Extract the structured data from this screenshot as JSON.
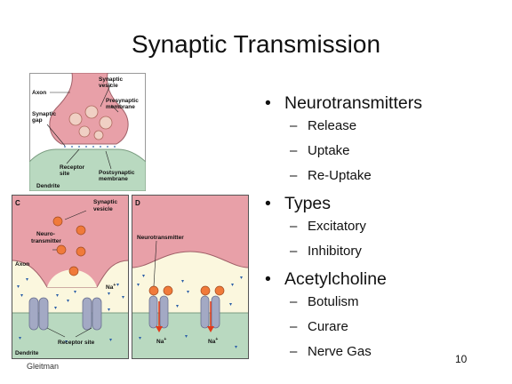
{
  "slide": {
    "title": "Synaptic Transmission",
    "credit": "Gleitman",
    "page_number": "10",
    "bullets": [
      {
        "label": "Neurotransmitters",
        "subs": [
          "Release",
          "Uptake",
          "Re-Uptake"
        ]
      },
      {
        "label": "Types",
        "subs": [
          "Excitatory",
          "Inhibitory"
        ]
      },
      {
        "label": "Acetylcholine",
        "subs": [
          "Botulism",
          "Curare",
          "Nerve Gas"
        ]
      }
    ]
  },
  "figures": {
    "top": {
      "axon": "Axon",
      "synaptic_vesicle_1": "Synaptic",
      "synaptic_vesicle_2": "vesicle",
      "presynaptic_1": "Presynaptic",
      "presynaptic_2": "membrane",
      "synaptic_gap_1": "Synaptic",
      "synaptic_gap_2": "gap",
      "receptor_site_1": "Receptor",
      "receptor_site_2": "site",
      "postsynaptic_1": "Postsynaptic",
      "postsynaptic_2": "membrane",
      "dendrite": "Dendrite"
    },
    "panel_c": {
      "letter": "C",
      "synaptic_vesicle_1": "Synaptic",
      "synaptic_vesicle_2": "vesicle",
      "neurotransmitter_1": "Neuro-",
      "neurotransmitter_2": "transmitter",
      "axon": "Axon",
      "ion": "Na",
      "ion_sup": "+",
      "receptor_site": "Receptor site",
      "dendrite": "Dendrite"
    },
    "panel_d": {
      "letter": "D",
      "neurotransmitter": "Neurotransmitter",
      "ion": "Na",
      "ion_sup": "+"
    }
  },
  "colors": {
    "presynaptic": "#e8a0a8",
    "cleft": "#fbf7de",
    "postsynaptic": "#b9d9c0",
    "receptor": "#a3a9c4",
    "vesicle": "#f0d0c4",
    "transmitter": "#f07a3a",
    "arrow": "#e23a1a",
    "ion_marker": "#2c5fa8",
    "border": "#555555"
  }
}
